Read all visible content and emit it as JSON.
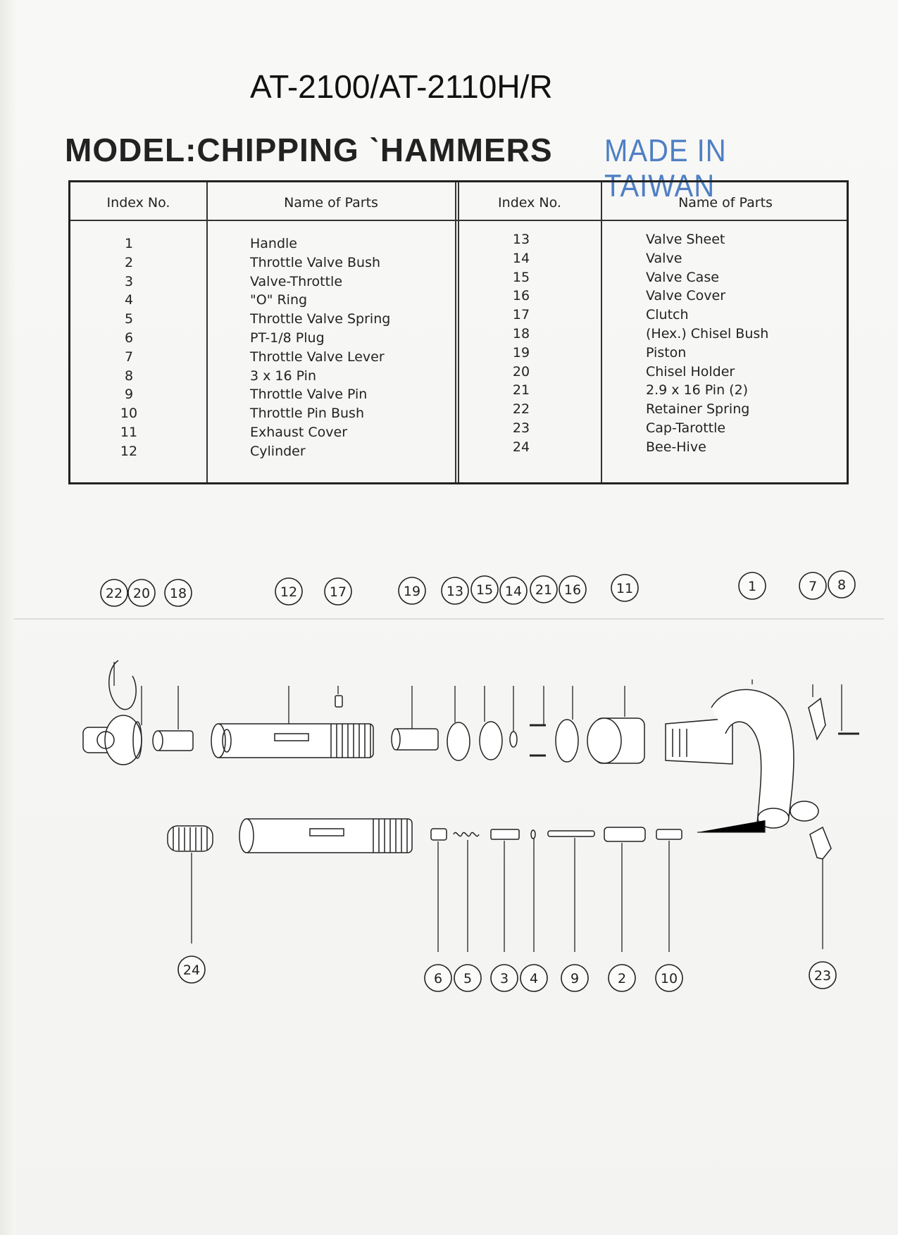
{
  "header": {
    "title": "AT-2100/AT-2110H/R",
    "model": "MODEL:CHIPPING ˋHAMMERS",
    "stamp": "MADE IN TAIWAN"
  },
  "table": {
    "headers": [
      "Index No.",
      "Name of Parts",
      "Index No.",
      "Name of Parts"
    ],
    "left": [
      {
        "index": "1",
        "name": "Handle"
      },
      {
        "index": "2",
        "name": "Throttle Valve Bush"
      },
      {
        "index": "3",
        "name": "Valve-Throttle"
      },
      {
        "index": "4",
        "name": "\"O\" Ring"
      },
      {
        "index": "5",
        "name": "Throttle Valve Spring"
      },
      {
        "index": "6",
        "name": "PT-1/8 Plug"
      },
      {
        "index": "7",
        "name": "Throttle Valve Lever"
      },
      {
        "index": "8",
        "name": "3 x 16 Pin"
      },
      {
        "index": "9",
        "name": "Throttle Valve Pin"
      },
      {
        "index": "10",
        "name": "Throttle Pin Bush"
      },
      {
        "index": "11",
        "name": "Exhaust Cover"
      },
      {
        "index": "12",
        "name": "Cylinder"
      }
    ],
    "right": [
      {
        "index": "13",
        "name": "Valve Sheet"
      },
      {
        "index": "14",
        "name": "Valve"
      },
      {
        "index": "15",
        "name": "Valve Case"
      },
      {
        "index": "16",
        "name": "Valve Cover"
      },
      {
        "index": "17",
        "name": "Clutch"
      },
      {
        "index": "18",
        "name": "(Hex.)  Chisel Bush"
      },
      {
        "index": "19",
        "name": "Piston"
      },
      {
        "index": "20",
        "name": "Chisel Holder"
      },
      {
        "index": "21",
        "name": "2.9 x 16 Pin (2)"
      },
      {
        "index": "22",
        "name": "Retainer Spring"
      },
      {
        "index": "23",
        "name": "Cap-Tarottle"
      },
      {
        "index": "24",
        "name": "Bee-Hive"
      }
    ]
  },
  "diagram": {
    "callouts": [
      "22",
      "20",
      "18",
      "12",
      "17",
      "19",
      "13",
      "15",
      "14",
      "21",
      "16",
      "11",
      "1",
      "7",
      "8",
      "24",
      "6",
      "5",
      "3",
      "4",
      "9",
      "2",
      "10",
      "23"
    ]
  }
}
